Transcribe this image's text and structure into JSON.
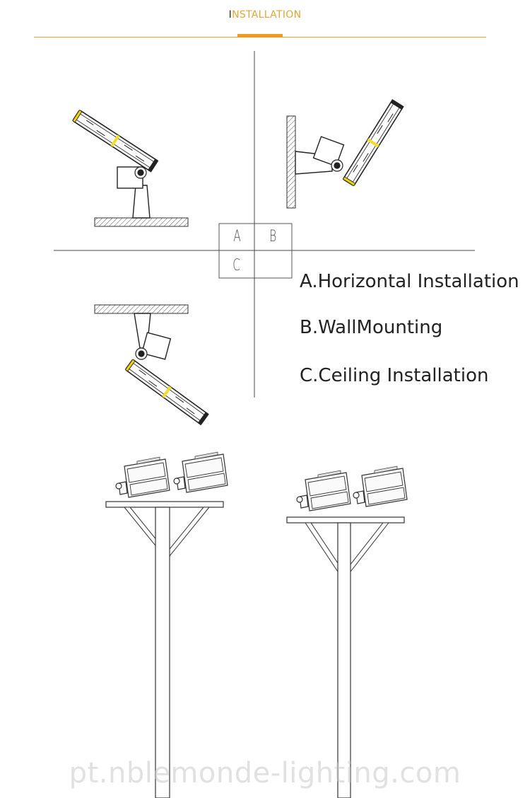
{
  "header": {
    "title_first": "I",
    "title_rest": "NSTALLATION",
    "accent_color": "#ef9a1c"
  },
  "quadrant_labels": {
    "a": "A",
    "b": "B",
    "c": "C"
  },
  "legend": {
    "a": "A.Horizontal Installation",
    "b": "B.WallMounting",
    "c": "C.Ceiling Installation"
  },
  "watermark": "pt.nblemonde-lighting.com"
}
